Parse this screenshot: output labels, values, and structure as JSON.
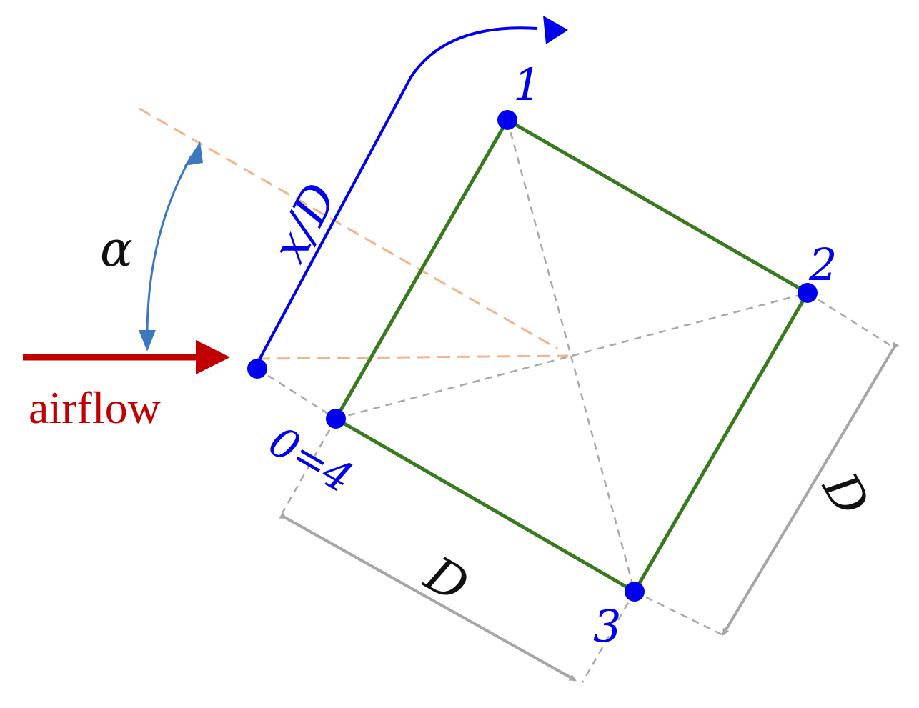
{
  "labels": {
    "airflow": "airflow",
    "alpha": "α",
    "xd": "x/D",
    "d_bottom": "D",
    "d_right": "D"
  },
  "points": [
    {
      "name": "point-1",
      "label": "1"
    },
    {
      "name": "point-2",
      "label": "2"
    },
    {
      "name": "point-3",
      "label": "3"
    },
    {
      "name": "point-0-4",
      "label": "0=4"
    },
    {
      "name": "origin-point",
      "label": ""
    }
  ],
  "colors": {
    "airflow": "#c00000",
    "square": "#3a7a1e",
    "points": "#0000ee",
    "xd_arrow": "#0000ee",
    "alpha_arc": "#3b78c0",
    "dashed_orange": "#f2b48a",
    "dashed_gray": "#a8a8a8",
    "dimension": "#a6a6a6",
    "text_black": "#111111"
  }
}
